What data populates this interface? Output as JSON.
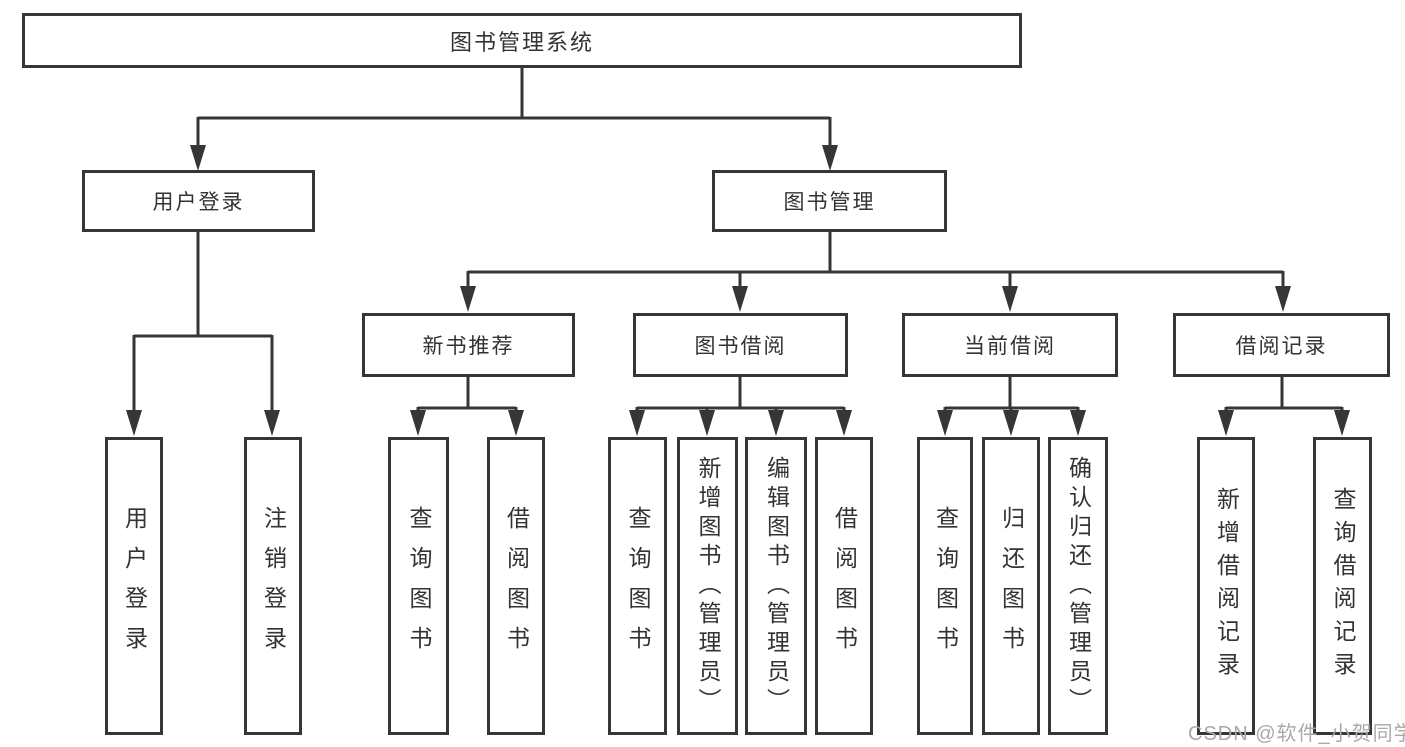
{
  "diagram_type": "hierarchy",
  "colors": {
    "line": "#363636",
    "box_border": "#363636",
    "text": "#333333",
    "watermark_text": "#a9a9a9",
    "background": "#ffffff"
  },
  "tree": {
    "label": "图书管理系统",
    "children": [
      {
        "label": "用户登录",
        "children": [
          {
            "label": "用户登录"
          },
          {
            "label": "注销登录"
          }
        ]
      },
      {
        "label": "图书管理",
        "children": [
          {
            "label": "新书推荐",
            "children": [
              {
                "label": "查询图书"
              },
              {
                "label": "借阅图书"
              }
            ]
          },
          {
            "label": "图书借阅",
            "children": [
              {
                "label": "查询图书"
              },
              {
                "label": "新增图书（管理员）"
              },
              {
                "label": "编辑图书（管理员）"
              },
              {
                "label": "借阅图书"
              }
            ]
          },
          {
            "label": "当前借阅",
            "children": [
              {
                "label": "查询图书"
              },
              {
                "label": "归还图书"
              },
              {
                "label": "确认归还（管理员）"
              }
            ]
          },
          {
            "label": "借阅记录",
            "children": [
              {
                "label": "新增借阅记录"
              },
              {
                "label": "查询借阅记录"
              }
            ]
          }
        ]
      }
    ]
  },
  "watermark": {
    "text": "CSDN @软件_小贺同学"
  }
}
